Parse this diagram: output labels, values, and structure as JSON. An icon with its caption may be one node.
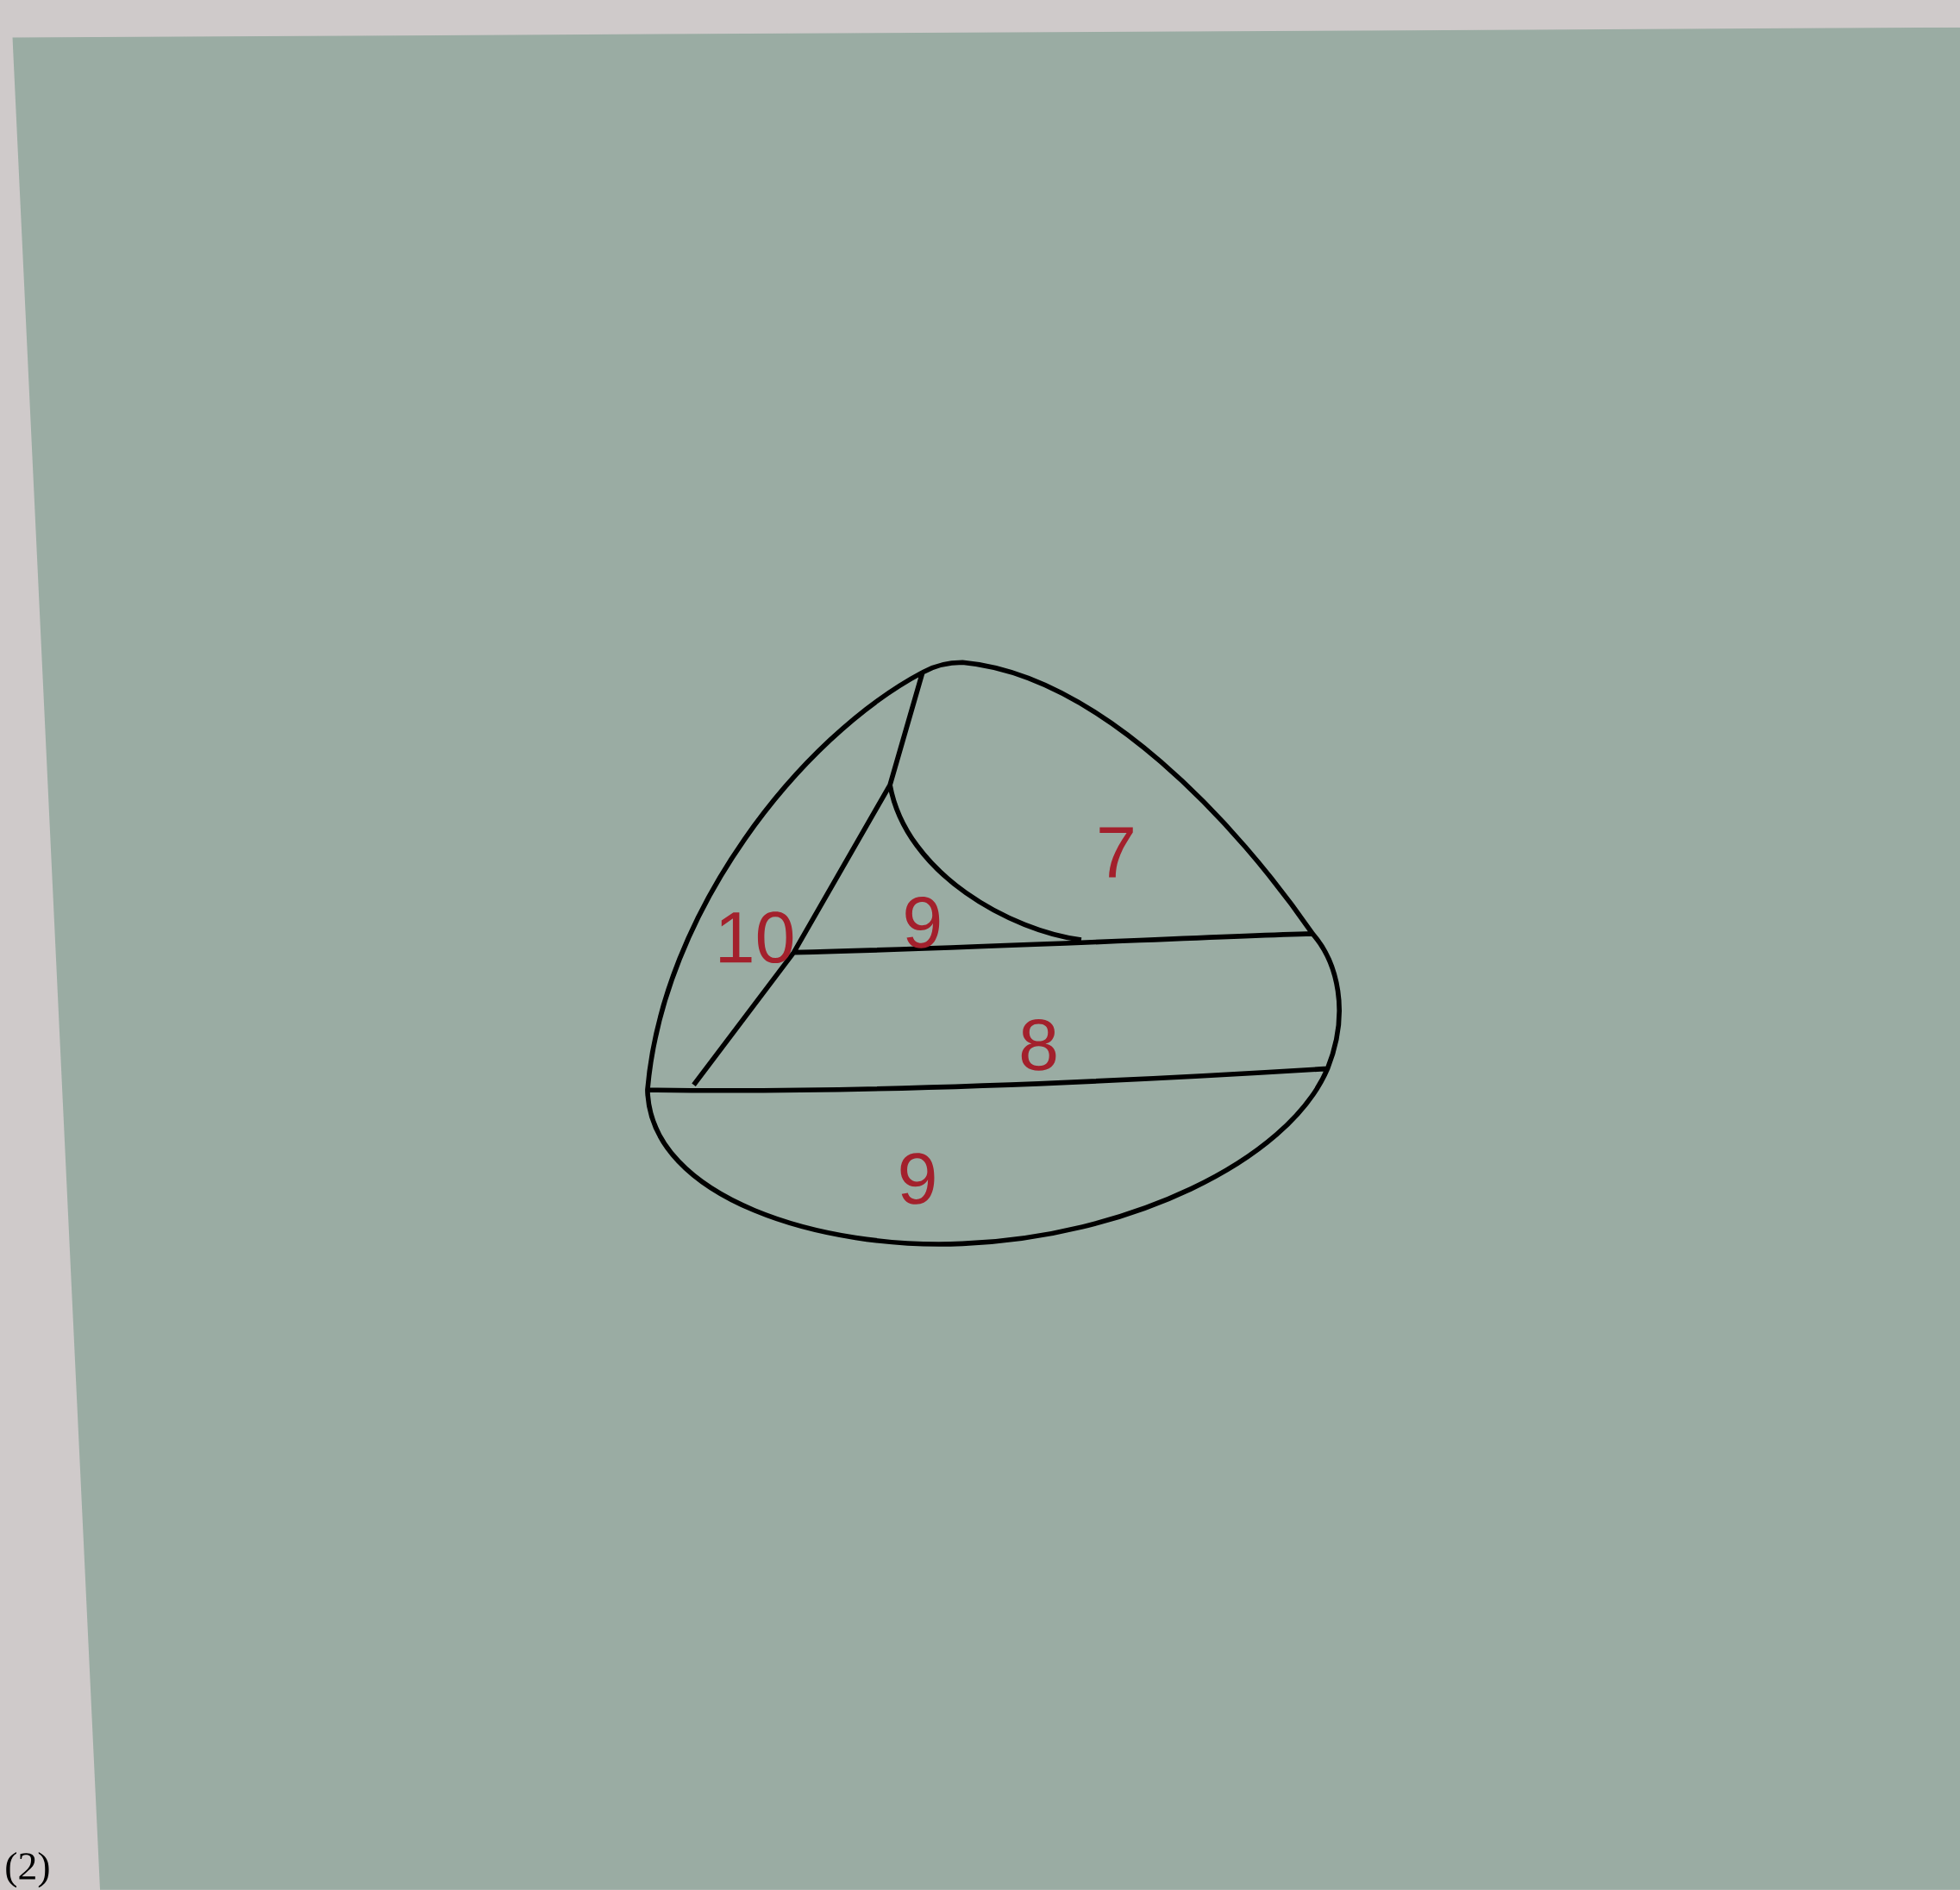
{
  "diagram": {
    "labels": [
      "7",
      "10",
      "9",
      "8",
      "9",
      "(2)"
    ]
  }
}
